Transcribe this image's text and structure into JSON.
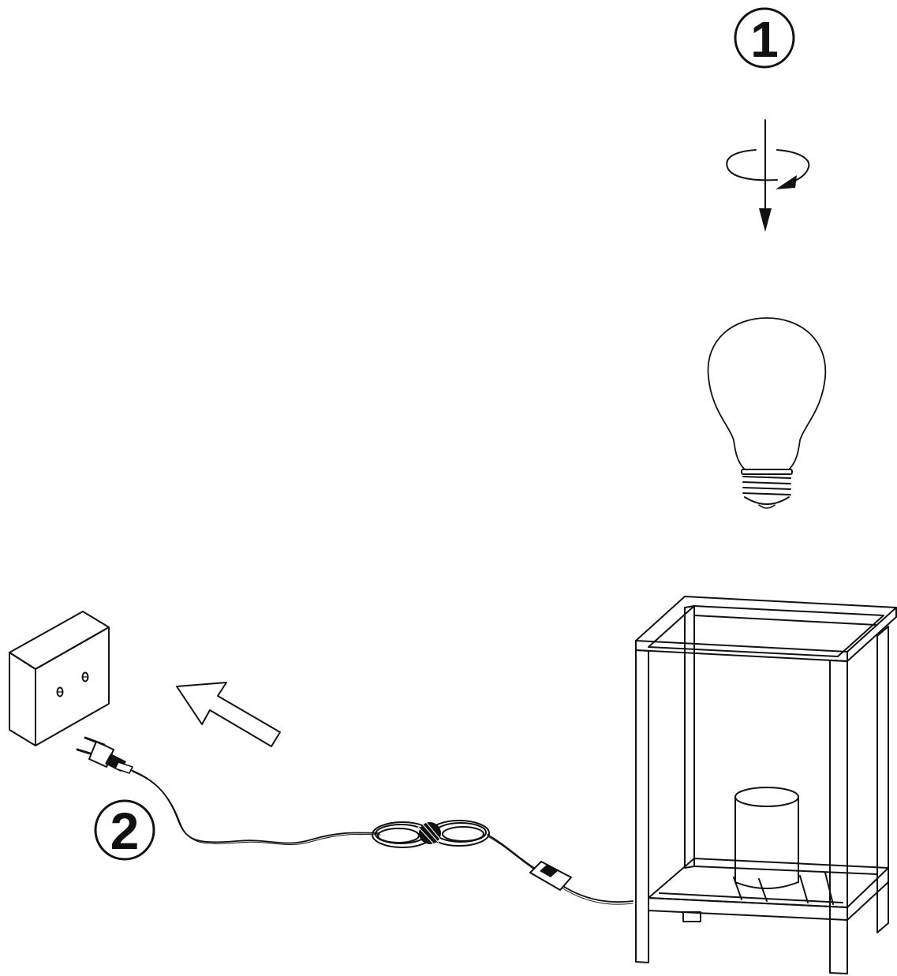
{
  "steps": [
    {
      "number": "1",
      "action": "screw-in-bulb"
    },
    {
      "number": "2",
      "action": "plug-into-socket"
    }
  ],
  "colors": {
    "line": "#111111",
    "background": "#ffffff"
  },
  "icons": [
    "step-1-badge",
    "rotation-arrow-icon",
    "light-bulb-icon",
    "wall-socket-icon",
    "direction-arrow-icon",
    "power-plug-icon",
    "step-2-badge",
    "cable-switch-icon",
    "lamp-frame",
    "lamp-holder"
  ]
}
